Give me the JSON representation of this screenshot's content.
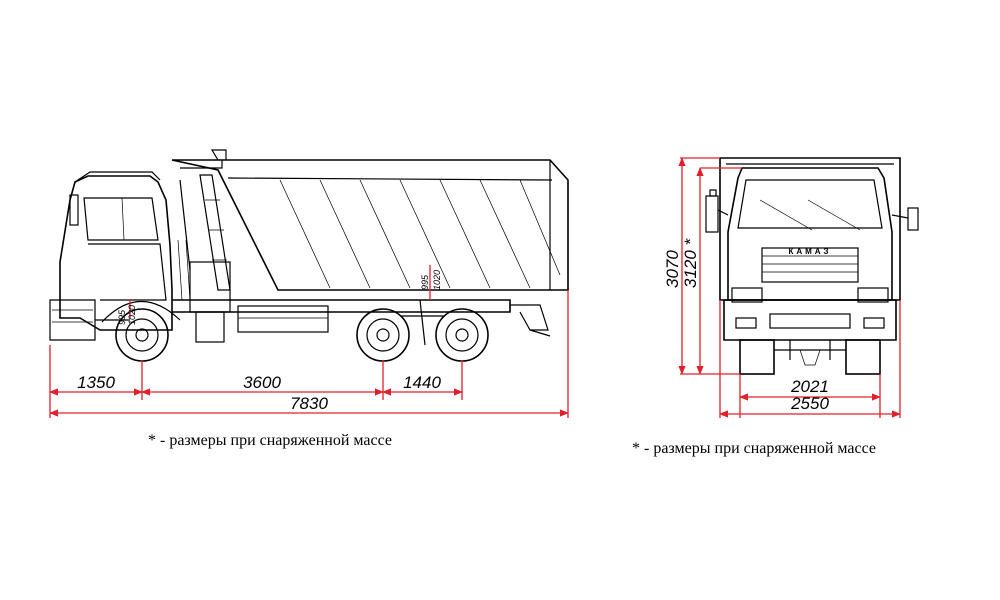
{
  "side_view": {
    "dims": {
      "front_overhang": "1350",
      "wheelbase_1": "3600",
      "wheelbase_2": "1440",
      "overall_length": "7830",
      "clearance_front": "995",
      "clearance_front_alt": "1020",
      "clearance_rear": "995",
      "clearance_rear_alt": "1020"
    },
    "note": "* - размеры при снаряженной массе"
  },
  "front_view": {
    "dims": {
      "height": "3070",
      "height_alt": "3120 *",
      "track": "2021",
      "overall_width": "2550"
    },
    "brand_label": "КАМАЗ",
    "note": "* - размеры при снаряженной массе"
  },
  "colors": {
    "dimension": "#e0202a",
    "drawing": "#000000"
  }
}
